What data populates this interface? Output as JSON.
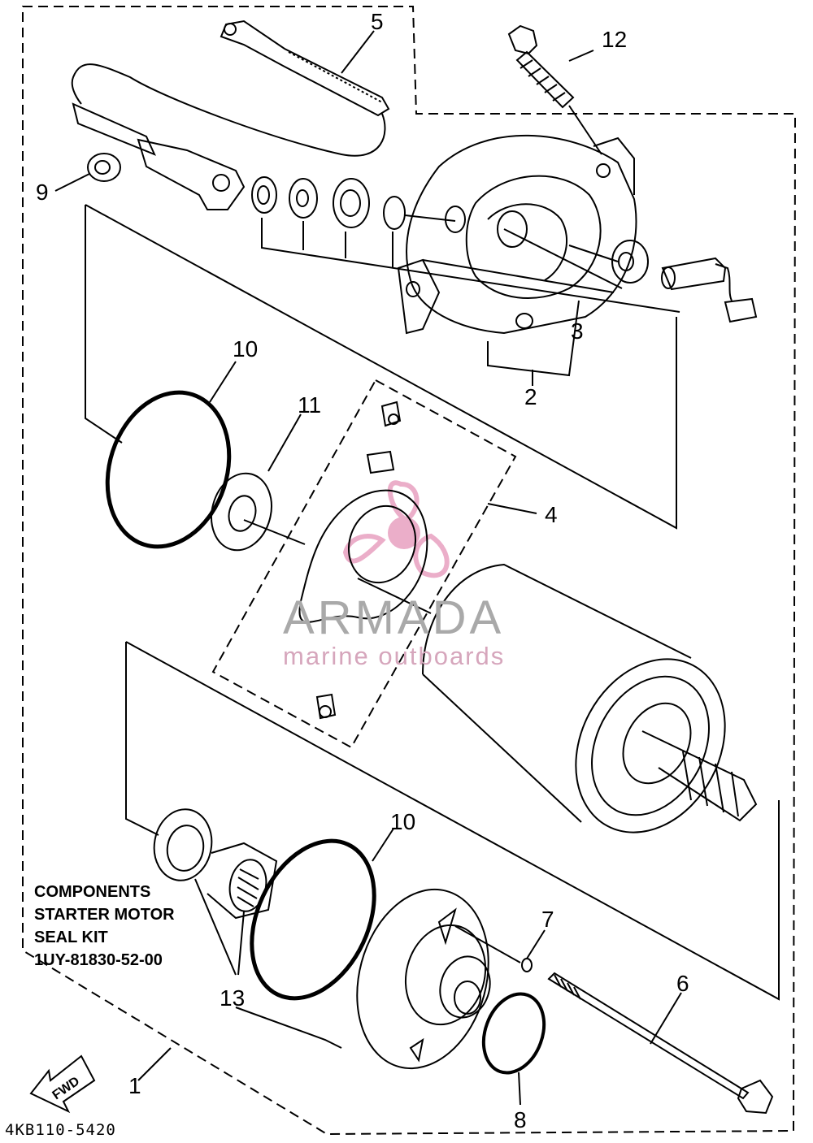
{
  "callouts": {
    "c1": "1",
    "c2": "2",
    "c3": "3",
    "c4": "4",
    "c5": "5",
    "c6": "6",
    "c7": "7",
    "c8": "8",
    "c9": "9",
    "c10a": "10",
    "c10b": "10",
    "c11": "11",
    "c12": "12",
    "c13": "13"
  },
  "caption": {
    "line1": "COMPONENTS",
    "line2": "STARTER MOTOR",
    "line3": "SEAL KIT",
    "line4": "1UY-81830-52-00"
  },
  "diagram_code": "4KB110-5420",
  "fwd_label": "FWD",
  "watermark": {
    "name": "ARMADA",
    "tagline": "marine outboards",
    "logo_color": "#e8a0c0"
  }
}
